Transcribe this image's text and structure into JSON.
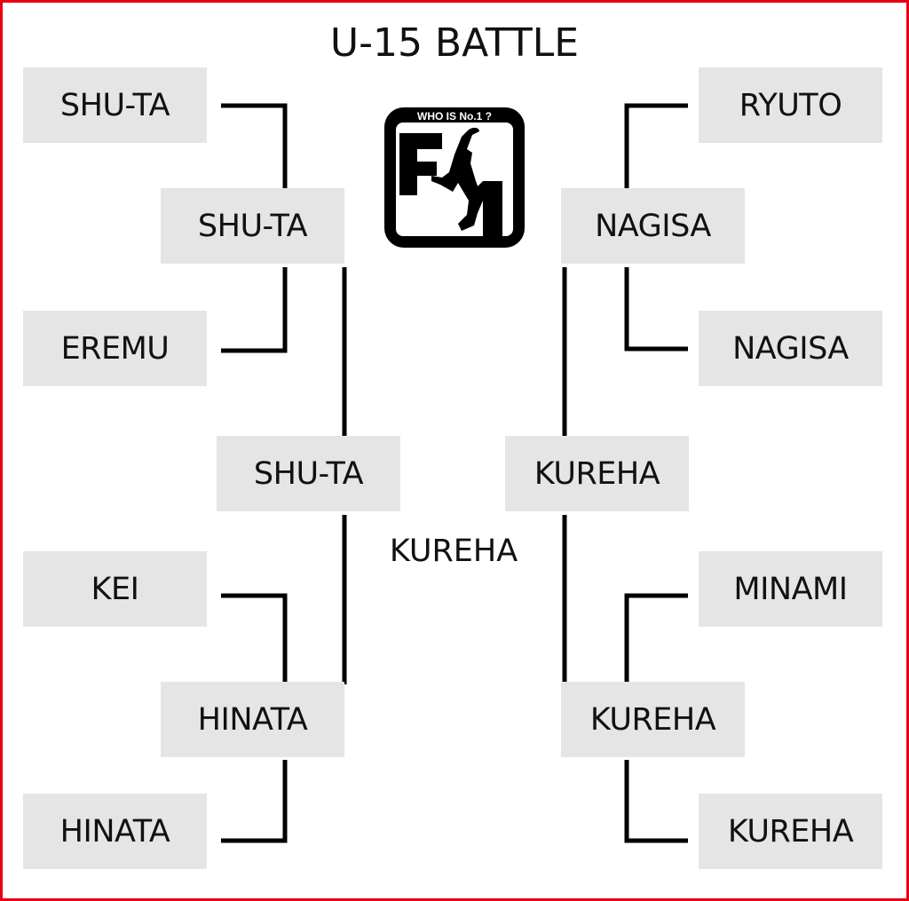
{
  "title": "U-15 BATTLE",
  "logo": {
    "tagline": "WHO IS No.1 ?",
    "mark": "F1"
  },
  "left": {
    "round1": [
      "SHU-TA",
      "EREMU",
      "KEI",
      "HINATA"
    ],
    "round2": [
      "SHU-TA",
      "HINATA"
    ],
    "semifinal": "SHU-TA"
  },
  "right": {
    "round1": [
      "RYUTO",
      "NAGISA",
      "MINAMI",
      "KUREHA"
    ],
    "round2": [
      "NAGISA",
      "KUREHA"
    ],
    "semifinal": "KUREHA"
  },
  "champion": "KUREHA",
  "colors": {
    "border": "#e60012",
    "box": "#e6e5e6",
    "line": "#000000"
  }
}
